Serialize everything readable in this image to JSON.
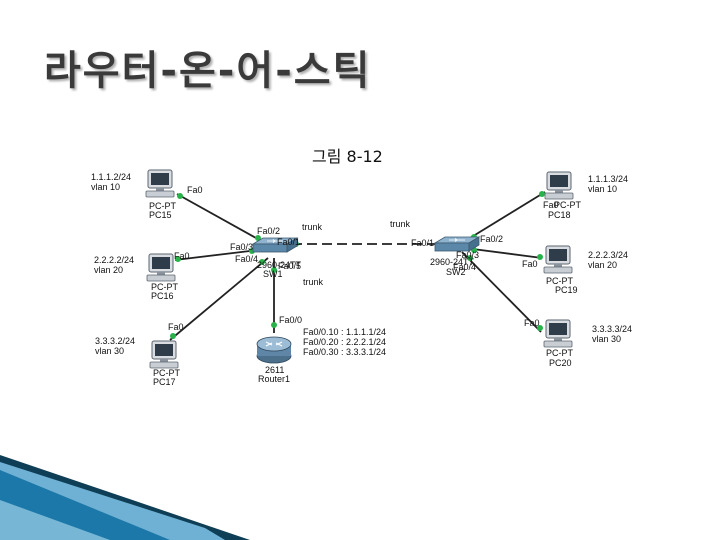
{
  "title": "라우터-온-어-스틱",
  "caption": "그림 8-12",
  "colors": {
    "link": "#222222",
    "port": "#27b34a",
    "accent_blue": "#1b78a8",
    "dark_blue": "#0f3f57"
  },
  "pcs": [
    {
      "id": "pc15",
      "name": "PC15",
      "model": "PC-PT",
      "ip": "1.1.1.2/24",
      "vlan": "vlan 10",
      "port": "Fa0"
    },
    {
      "id": "pc16",
      "name": "PC16",
      "model": "PC-PT",
      "ip": "2.2.2.2/24",
      "vlan": "vlan 20",
      "port": "Fa0"
    },
    {
      "id": "pc17",
      "name": "PC17",
      "model": "PC-PT",
      "ip": "3.3.3.2/24",
      "vlan": "vlan 30",
      "port": "Fa0"
    },
    {
      "id": "pc18",
      "name": "PC18",
      "model": "PC-PT",
      "ip": "1.1.1.3/24",
      "vlan": "vlan 10",
      "port": "Fa0"
    },
    {
      "id": "pc19",
      "name": "PC19",
      "model": "PC-PT",
      "ip": "2.2.2.3/24",
      "vlan": "vlan 20",
      "port": "Fa0"
    },
    {
      "id": "pc20",
      "name": "PC20",
      "model": "PC-PT",
      "ip": "3.3.3.3/24",
      "vlan": "vlan 30",
      "port": "Fa0"
    }
  ],
  "switches": [
    {
      "id": "sw1",
      "name": "SW1",
      "model": "2960-24TT",
      "ports": [
        "Fa0/2",
        "Fa0/3",
        "Fa0/4",
        "Fa0/1",
        "Fa0/5"
      ]
    },
    {
      "id": "sw2",
      "name": "SW2",
      "model": "2960-24TT",
      "ports": [
        "Fa0/1",
        "Fa0/2",
        "Fa0/3",
        "Fa0/4"
      ]
    }
  ],
  "router": {
    "name": "Router1",
    "model": "2611",
    "port": "Fa0/0",
    "subinterfaces": [
      "Fa0/0.10 : 1.1.1.1/24",
      "Fa0/0.20 : 2.2.2.1/24",
      "Fa0/0.30 : 3.3.3.1/24"
    ]
  },
  "trunk_labels": {
    "sw1_sw2_left": "trunk",
    "sw1_sw2_right": "trunk",
    "sw1_router": "trunk"
  }
}
